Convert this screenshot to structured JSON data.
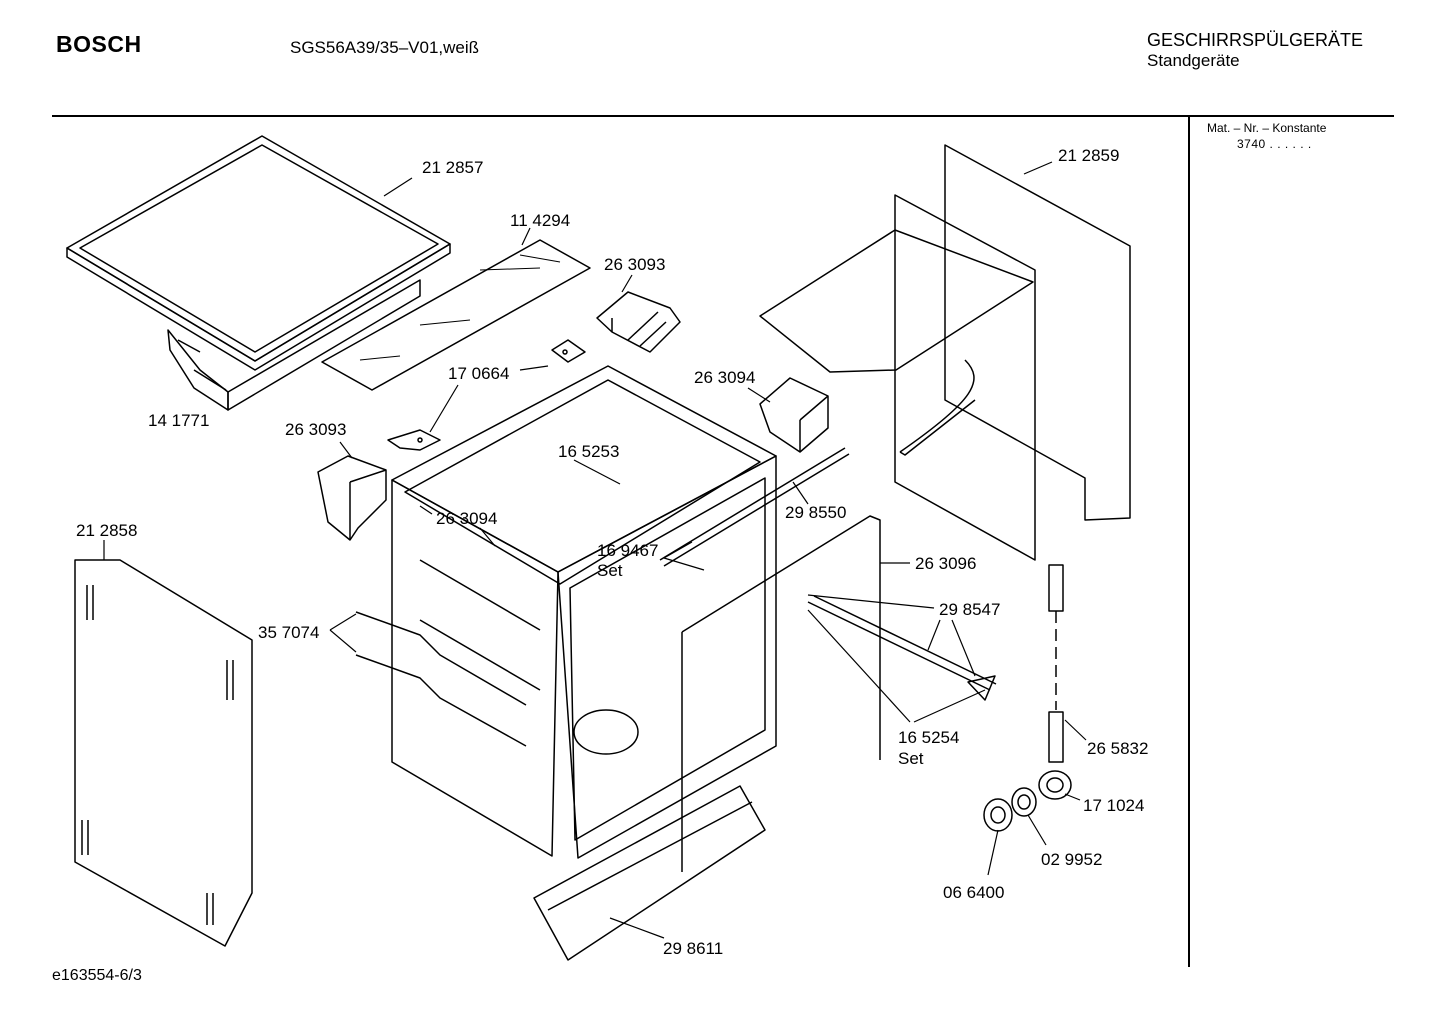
{
  "header": {
    "brand": "BOSCH",
    "model": "SGS56A39/35–V01,weiß",
    "category_line1": "GESCHIRRSPÜLGERÄTE",
    "category_line2": "Standgeräte"
  },
  "side_panel": {
    "mat_label": "Mat. – Nr. – Konstante",
    "mat_value": "3740  .  .     .  .  .  ."
  },
  "footer": {
    "doc_code": "e163554-6/3"
  },
  "parts": [
    {
      "id": "p212857",
      "number": "21 2857"
    },
    {
      "id": "p114294",
      "number": "11 4294"
    },
    {
      "id": "p263093a",
      "number": "26 3093"
    },
    {
      "id": "p212859",
      "number": "21 2859"
    },
    {
      "id": "p170664",
      "number": "17 0664"
    },
    {
      "id": "p263094a",
      "number": "26 3094"
    },
    {
      "id": "p141771",
      "number": "14 1771"
    },
    {
      "id": "p263093b",
      "number": "26 3093"
    },
    {
      "id": "p165253",
      "number": "16 5253"
    },
    {
      "id": "p298550",
      "number": "29 8550"
    },
    {
      "id": "p263094b",
      "number": "26 3094"
    },
    {
      "id": "p212858",
      "number": "21 2858"
    },
    {
      "id": "p169467",
      "number": "16 9467"
    },
    {
      "id": "p169467set",
      "number": "Set"
    },
    {
      "id": "p263096",
      "number": "26 3096"
    },
    {
      "id": "p298547",
      "number": "29 8547"
    },
    {
      "id": "p357074",
      "number": "35 7074"
    },
    {
      "id": "p165254",
      "number": "16 5254"
    },
    {
      "id": "p165254set",
      "number": "Set"
    },
    {
      "id": "p265832",
      "number": "26 5832"
    },
    {
      "id": "p171024",
      "number": "17 1024"
    },
    {
      "id": "p029952",
      "number": "02 9952"
    },
    {
      "id": "p066400",
      "number": "06 6400"
    },
    {
      "id": "p298611",
      "number": "29 8611"
    }
  ]
}
